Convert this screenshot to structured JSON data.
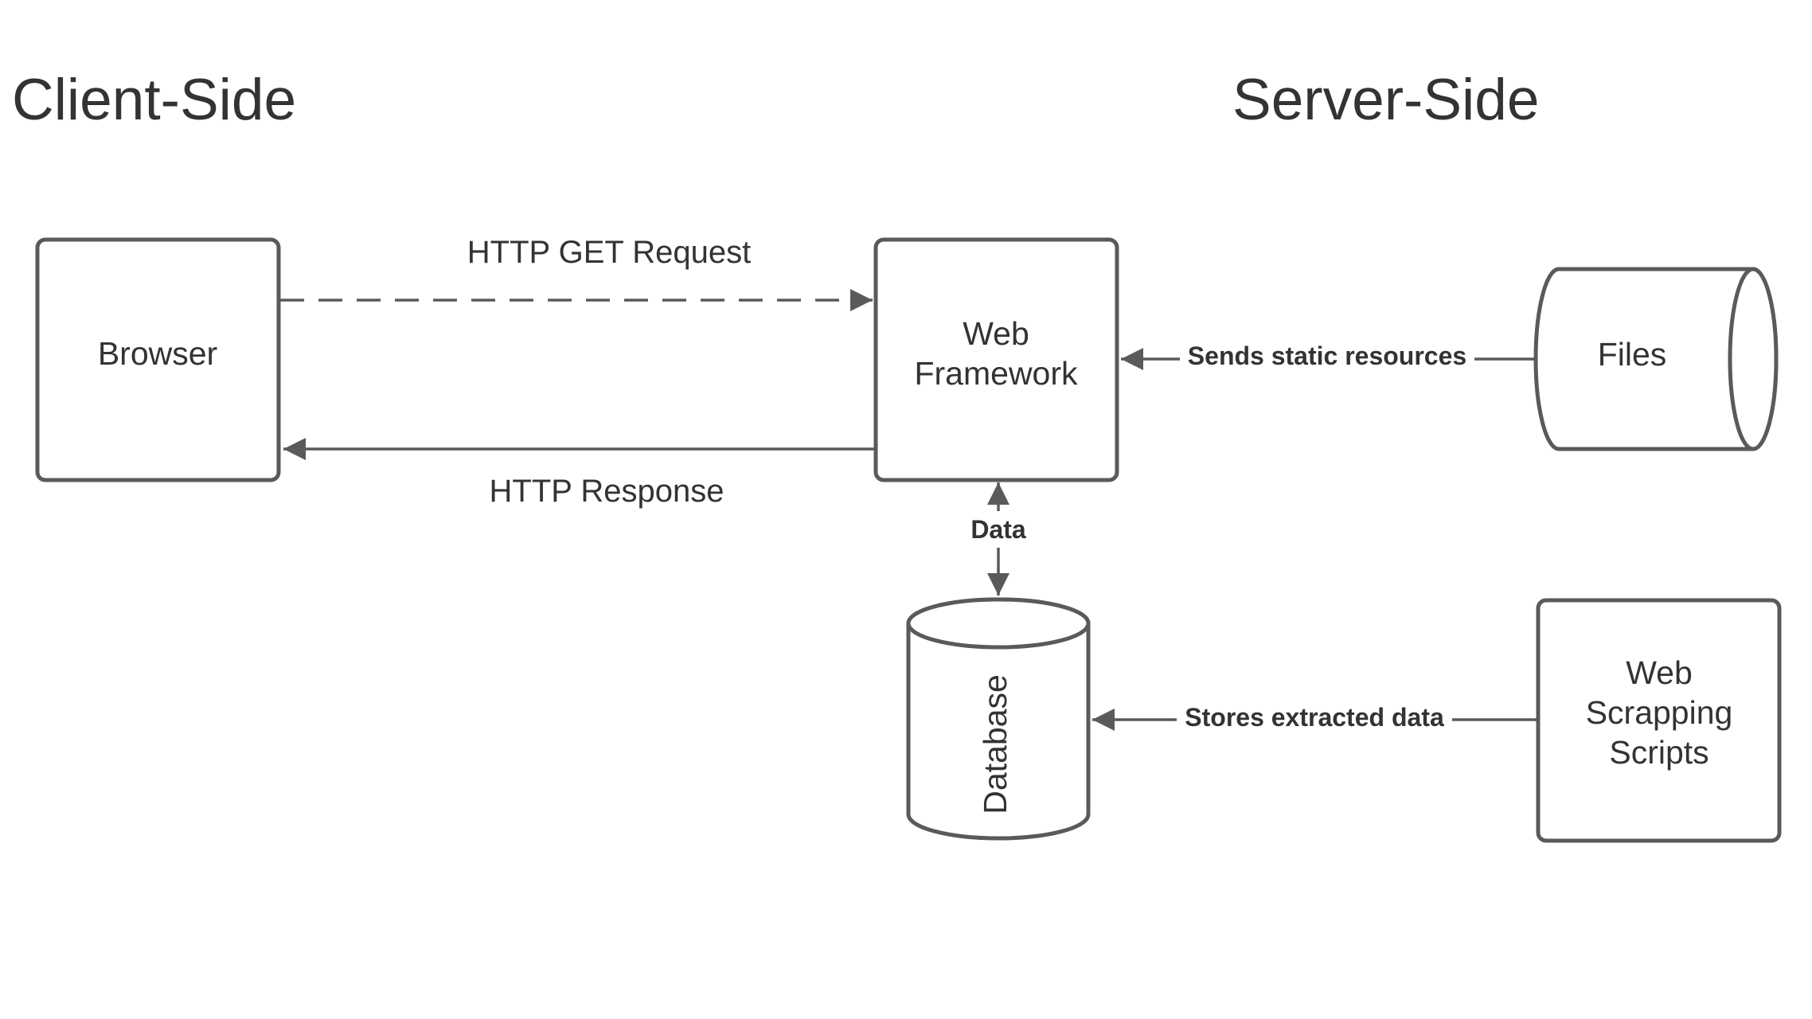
{
  "headings": {
    "client": "Client-Side",
    "server": "Server-Side"
  },
  "nodes": {
    "browser": {
      "label": "Browser",
      "shape": "rectangle"
    },
    "web_framework": {
      "label_lines": [
        "Web",
        "Framework"
      ],
      "shape": "rectangle"
    },
    "files": {
      "label": "Files",
      "shape": "horizontal-cylinder"
    },
    "database": {
      "label": "Database",
      "shape": "cylinder"
    },
    "web_scrapping_scripts": {
      "label_lines": [
        "Web",
        "Scrapping",
        "Scripts"
      ],
      "shape": "rectangle"
    }
  },
  "edges": {
    "http_get_request": {
      "from": "browser",
      "to": "web_framework",
      "label": "HTTP GET Request",
      "style": "dashed"
    },
    "http_response": {
      "from": "web_framework",
      "to": "browser",
      "label": "HTTP Response",
      "style": "solid"
    },
    "sends_static_resources": {
      "from": "files",
      "to": "web_framework",
      "label": "Sends static resources",
      "style": "solid"
    },
    "data": {
      "from": "web_framework",
      "to": "database",
      "label": "Data",
      "style": "bidirectional"
    },
    "stores_extracted_data": {
      "from": "web_scrapping_scripts",
      "to": "database",
      "label": "Stores extracted data",
      "style": "solid"
    }
  },
  "colors": {
    "stroke": "#5a5a5a",
    "text": "#333333",
    "background": "#ffffff"
  }
}
